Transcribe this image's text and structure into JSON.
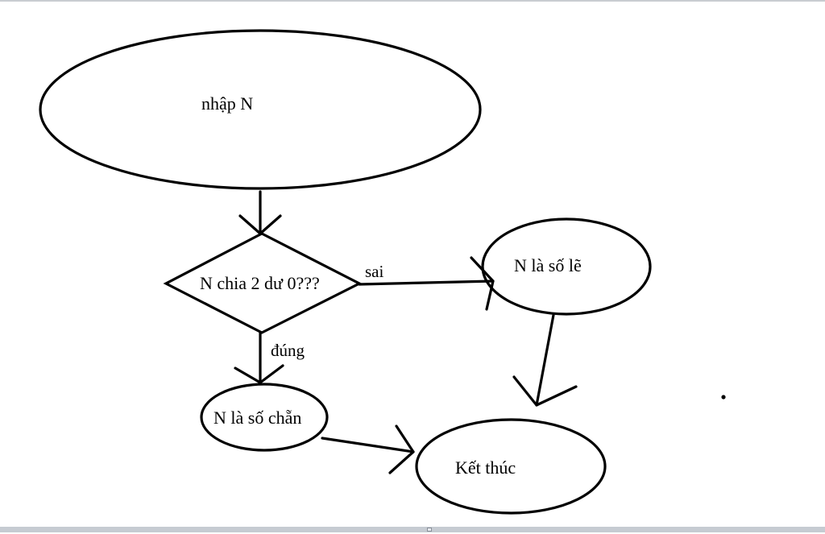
{
  "nodes": {
    "start": {
      "label": "nhập N"
    },
    "decision": {
      "label": "N chia 2 dư 0???"
    },
    "odd": {
      "label": "N là số lẽ"
    },
    "even": {
      "label": "N là số chẵn"
    },
    "end": {
      "label": "Kết thúc"
    }
  },
  "edges": {
    "no": {
      "label": "sai"
    },
    "yes": {
      "label": "đúng"
    }
  },
  "colors": {
    "stroke": "#000000",
    "background": "#ffffff",
    "frame": "#c6cbd2"
  }
}
